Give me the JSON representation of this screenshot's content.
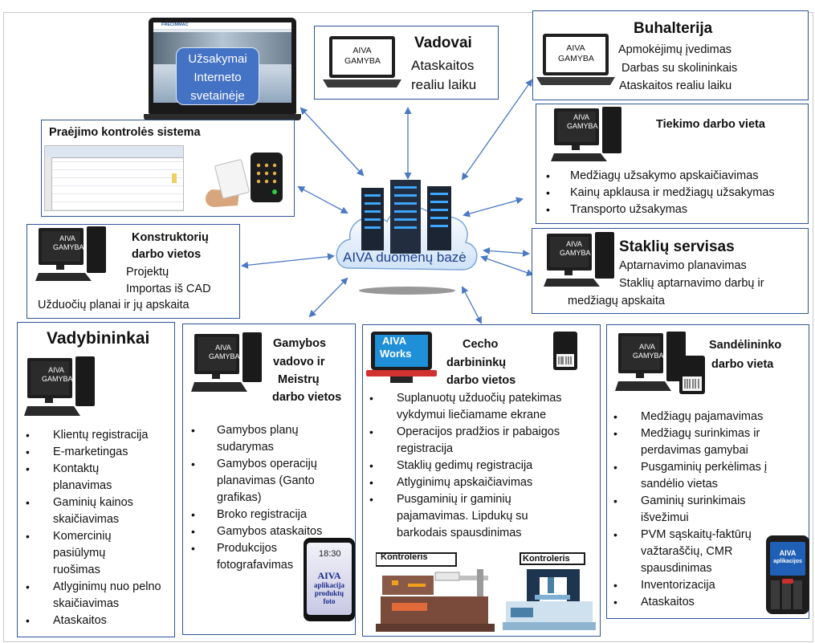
{
  "center": {
    "label": "AIVA duomenų bazė"
  },
  "screen_label": "AIVA GAMYBA",
  "web": {
    "lines": [
      "Užsakymai",
      "Interneto",
      "svetainėje"
    ],
    "site_name": "FRECIMMAC"
  },
  "vadovai": {
    "title": "Vadovai",
    "lines": [
      "Ataskaitos",
      "realiu laiku"
    ]
  },
  "buhalterija": {
    "title": "Buhalterija",
    "lines": [
      "Apmokėjimų įvedimas",
      "Darbas su skolininkais",
      "Ataskaitos realiu laiku"
    ]
  },
  "praejimo": {
    "title": "Praėjimo kontrolės sistema"
  },
  "tiekimo": {
    "title": "Tiekimo darbo vieta",
    "items": [
      "Medžiagų užsakymo apskaičiavimas",
      "Kainų apklausa ir medžiagų užsakymas",
      "Transporto užsakymas"
    ]
  },
  "konstruktoriu": {
    "title_lines": [
      "Konstruktorių",
      "darbo vietos"
    ],
    "lines": [
      "Projektų",
      "Importas iš CAD",
      "Užduočių planai ir jų apskaita"
    ]
  },
  "stakliu": {
    "title": "Staklių servisas",
    "lines": [
      "Aptarnavimo planavimas",
      "Staklių aptarnavimo darbų ir",
      "medžiagų apskaita"
    ]
  },
  "vadybininkai": {
    "title": "Vadybininkai",
    "items": [
      "Klientų registracija",
      "E-marketingas",
      "Kontaktų planavimas",
      "Gaminių kainos skaičiavimas",
      "Komercinių pasiūlymų ruošimas",
      "Atlyginimų nuo pelno skaičiavimas",
      "Ataskaitos"
    ]
  },
  "gamybos": {
    "title_lines": [
      "Gamybos",
      "vadovo ir",
      "Meistrų",
      "darbo vietos"
    ],
    "items": [
      "Gamybos planų sudarymas",
      "Gamybos operacijų planavimas (Ganto grafikas)",
      "Broko registracija",
      "Gamybos ataskaitos",
      "Produkcijos fotografavimas"
    ],
    "phone": {
      "time": "18:30",
      "app_lines": [
        "AIVA",
        "aplikacija",
        "produktų",
        "foto"
      ]
    }
  },
  "cecho": {
    "title_lines": [
      "Cecho",
      "darbininkų",
      "darbo vietos"
    ],
    "pos_lines": [
      "AIVA",
      "Works"
    ],
    "items": [
      "Suplanuotų užduočių patekimas vykdymui liečiamame ekrane",
      "Operacijos pradžios ir pabaigos registracija",
      "Staklių gedimų registracija",
      "Atlyginimų apskaičiavimas",
      "Pusgaminių ir gaminių pajamavimas. Lipdukų su barkodais spausdinimas"
    ],
    "controller_label": "Kontroleris"
  },
  "sandelininko": {
    "title_lines": [
      "Sandėlininko",
      "darbo vieta"
    ],
    "items": [
      "Medžiagų pajamavimas",
      "Medžiagų surinkimas ir perdavimas gamybai",
      "Pusgaminių perkėlimas į sandėlio vietas",
      "Gaminių surinkimais išvežimui",
      "PVM sąskaitų-faktūrų važtaraščių, CMR spausdinimas",
      "Inventorizacija",
      "Ataskaitos"
    ],
    "scanner_lines": [
      "AIVA",
      "aplikacijos"
    ]
  },
  "colors": {
    "box_border": "#2f5597",
    "arrow": "#4a78c2",
    "cloud_text": "#1f3f8f",
    "web_badge": "#4472c4",
    "phone_brand": "#1a2a8a"
  }
}
